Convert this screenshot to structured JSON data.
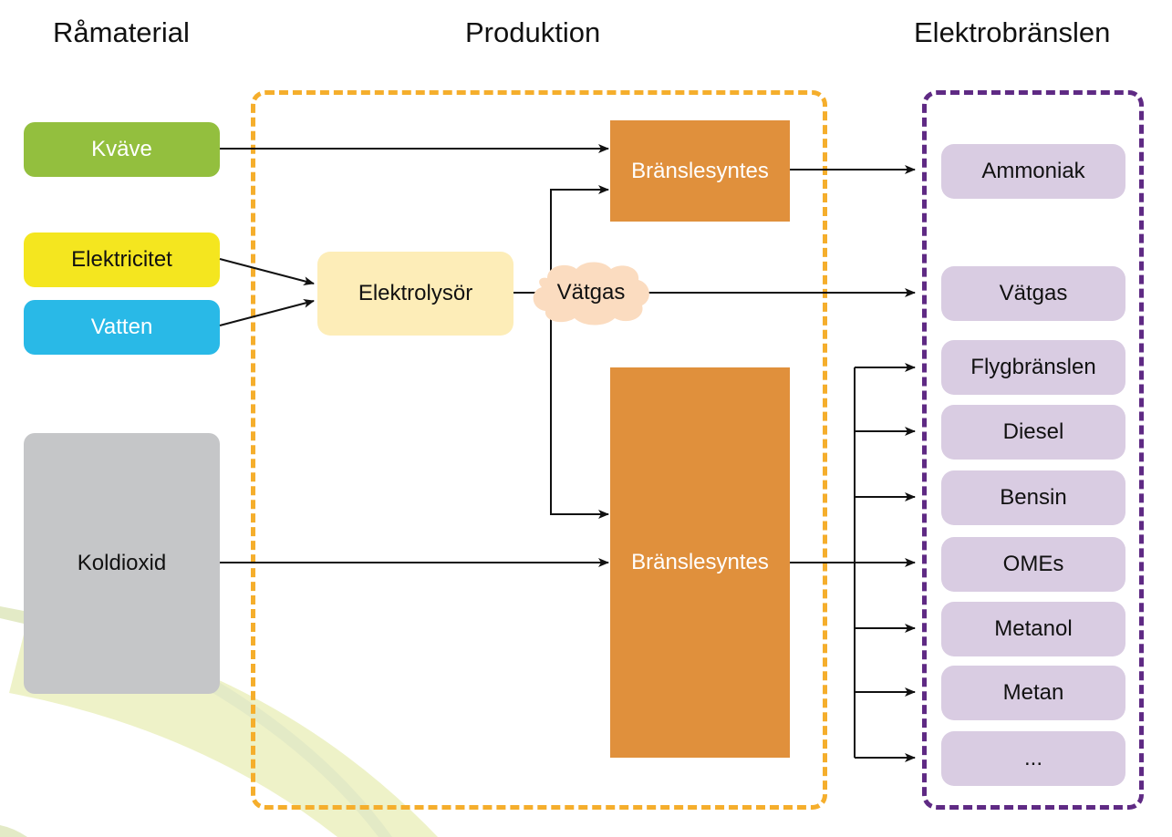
{
  "headers": {
    "raw": "Råmaterial",
    "production": "Produktion",
    "fuels": "Elektrobränslen"
  },
  "raw_materials": [
    {
      "id": "kvave",
      "label": "Kväve",
      "color": "#93bf3e",
      "text_color": "#ffffff"
    },
    {
      "id": "elektricitet",
      "label": "Elektricitet",
      "color": "#f4e61f",
      "text_color": "#111111"
    },
    {
      "id": "vatten",
      "label": "Vatten",
      "color": "#29b9e7",
      "text_color": "#ffffff"
    },
    {
      "id": "koldioxid",
      "label": "Koldioxid",
      "color": "#c5c6c8",
      "text_color": "#111111"
    }
  ],
  "production": {
    "electrolyzer": {
      "label": "Elektrolysör",
      "color": "#fdedb8"
    },
    "hydrogen_cloud": {
      "label": "Vätgas",
      "color": "#fbdcc0"
    },
    "synthesis_top": {
      "label": "Bränslesyntes",
      "color": "#e0903c"
    },
    "synthesis_bottom": {
      "label": "Bränslesyntes",
      "color": "#e0903c"
    },
    "frame_color": "#f5ae2c"
  },
  "fuels": {
    "frame_color": "#5f2a84",
    "items": [
      {
        "label": "Ammoniak"
      },
      {
        "label": "Vätgas"
      },
      {
        "label": "Flygbränslen"
      },
      {
        "label": "Diesel"
      },
      {
        "label": "Bensin"
      },
      {
        "label": "OMEs"
      },
      {
        "label": "Metanol"
      },
      {
        "label": "Metan"
      },
      {
        "label": "..."
      }
    ],
    "item_color": "#d9cce2"
  },
  "background_arcs_color": "#eef2c8",
  "connections": [
    {
      "from": "Kväve",
      "to": "Bränslesyntes (top)"
    },
    {
      "from": "Elektricitet",
      "to": "Elektrolysör"
    },
    {
      "from": "Vatten",
      "to": "Elektrolysör"
    },
    {
      "from": "Elektrolysör",
      "to": "Vätgas"
    },
    {
      "from": "Vätgas",
      "to": "Bränslesyntes (top)"
    },
    {
      "from": "Vätgas",
      "to": "Bränslesyntes (bottom)"
    },
    {
      "from": "Vätgas",
      "to": "Vätgas (output)"
    },
    {
      "from": "Koldioxid",
      "to": "Bränslesyntes (bottom)"
    },
    {
      "from": "Bränslesyntes (top)",
      "to": "Ammoniak"
    },
    {
      "from": "Bränslesyntes (bottom)",
      "to": "Flygbränslen, Diesel, Bensin, OMEs, Metanol, Metan, ..."
    }
  ]
}
